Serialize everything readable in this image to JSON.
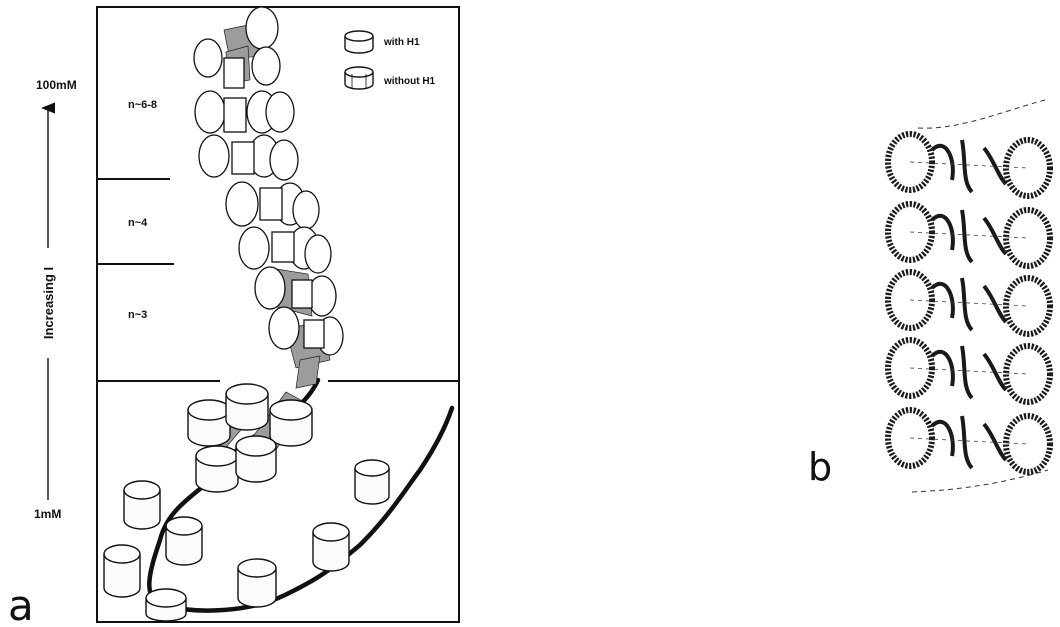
{
  "panel_a": {
    "label": "a",
    "axis": {
      "title": "Increasing I",
      "top_label": "100mM",
      "bottom_label": "1mM"
    },
    "zones": [
      {
        "label": "n~6-8"
      },
      {
        "label": "n~4"
      },
      {
        "label": "n~3"
      }
    ],
    "legend": [
      {
        "label": "with H1"
      },
      {
        "label": "without H1"
      }
    ]
  },
  "panel_b": {
    "label": "b"
  }
}
